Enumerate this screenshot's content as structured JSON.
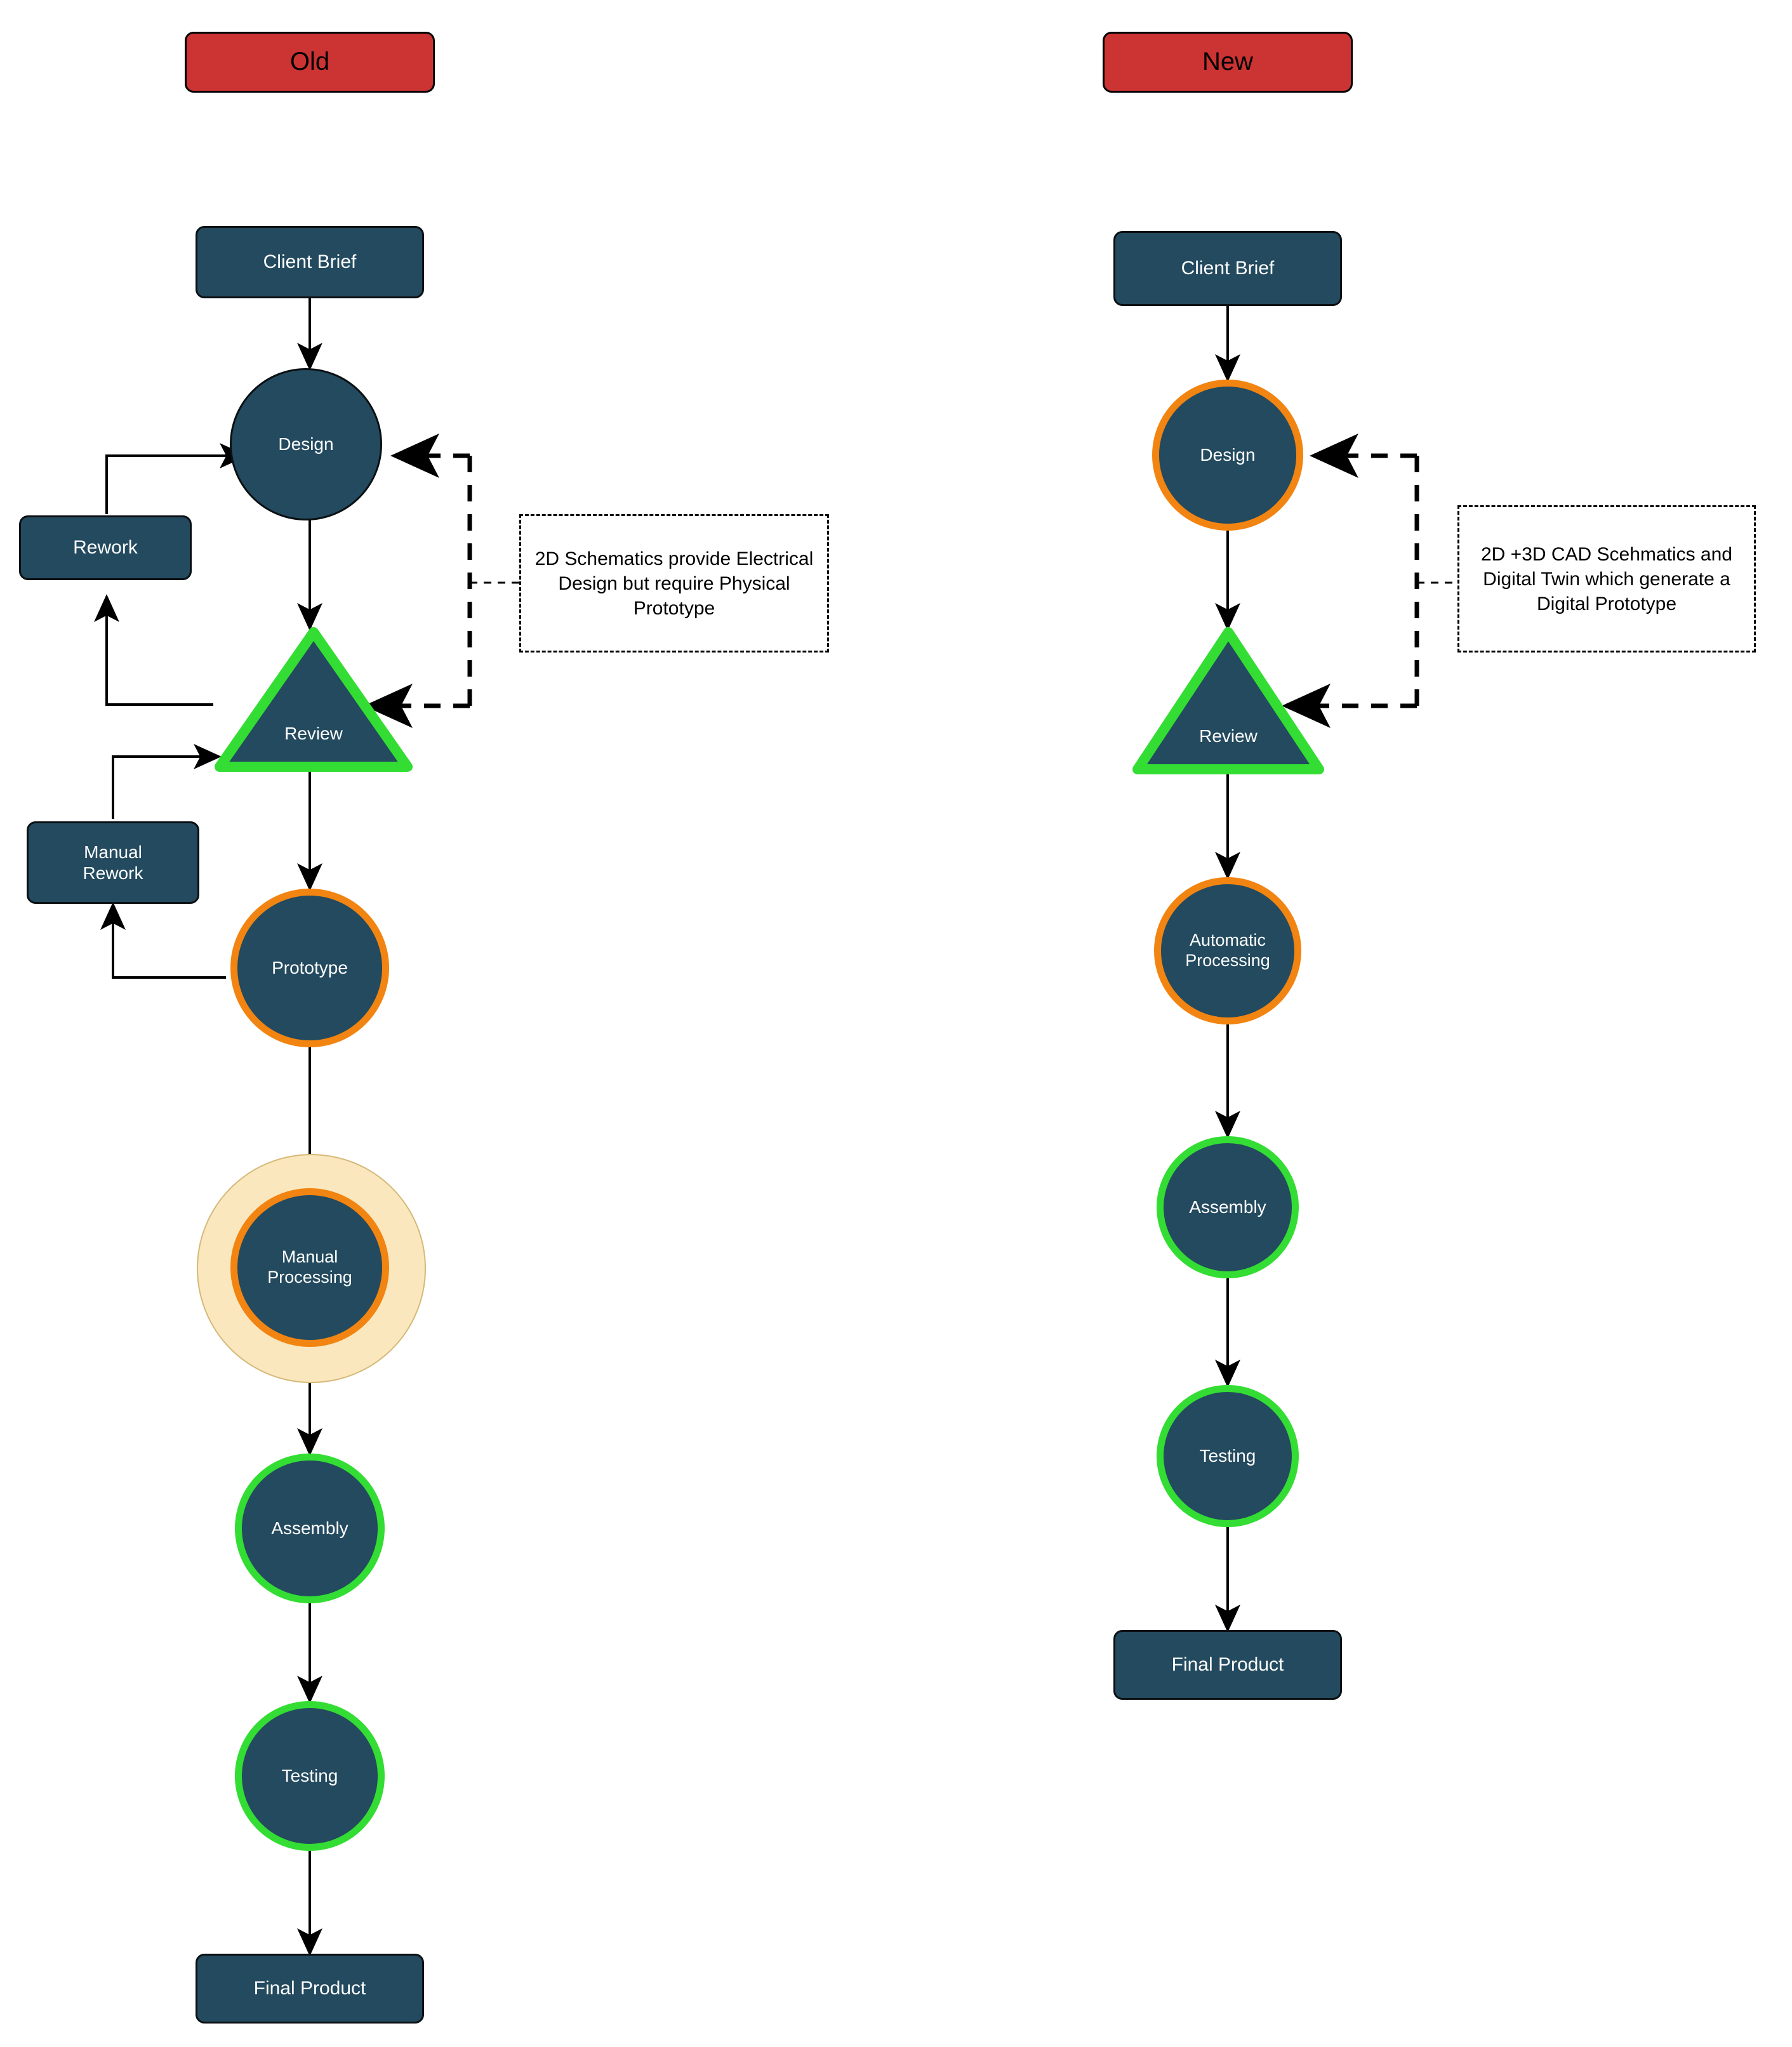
{
  "diagram": {
    "title_old": "Old",
    "title_new": "New",
    "colors": {
      "header_fill": "#cc3333",
      "node_fill": "#234a5e",
      "node_text": "#ffffff",
      "ring_orange": "#f28411",
      "ring_green": "#33dd33",
      "halo_fill": "#fbe7bd",
      "halo_stroke": "#d4b978",
      "edge": "#000000",
      "background": "#ffffff"
    }
  },
  "old_column": {
    "header": "Old",
    "nodes": [
      {
        "id": "old-client-brief",
        "label": "Client Brief",
        "shape": "rounded-rect",
        "ring": "none"
      },
      {
        "id": "old-design",
        "label": "Design",
        "shape": "circle",
        "ring": "none"
      },
      {
        "id": "old-rework",
        "label": "Rework",
        "shape": "rounded-rect",
        "ring": "none"
      },
      {
        "id": "old-review",
        "label": "Review",
        "shape": "triangle",
        "ring": "green"
      },
      {
        "id": "old-manual-rework",
        "label": "Manual Rework",
        "shape": "rounded-rect",
        "ring": "none"
      },
      {
        "id": "old-prototype",
        "label": "Prototype",
        "shape": "circle",
        "ring": "orange"
      },
      {
        "id": "old-manual-processing",
        "label": "Manual Processing",
        "shape": "circle",
        "ring": "orange",
        "highlight": true
      },
      {
        "id": "old-assembly",
        "label": "Assembly",
        "shape": "circle",
        "ring": "green"
      },
      {
        "id": "old-testing",
        "label": "Testing",
        "shape": "circle",
        "ring": "green"
      },
      {
        "id": "old-final-product",
        "label": "Final Product",
        "shape": "rounded-rect",
        "ring": "none"
      }
    ],
    "labels": {
      "client_brief": "Client Brief",
      "design": "Design",
      "rework": "Rework",
      "review": "Review",
      "manual_rework_line1": "Manual",
      "manual_rework_line2": "Rework",
      "prototype": "Prototype",
      "manual_processing_line1": "Manual",
      "manual_processing_line2": "Processing",
      "assembly": "Assembly",
      "testing": "Testing",
      "final_product": "Final Product"
    },
    "note": "2D Schematics provide Electrical Design but require Physical Prototype",
    "edges": [
      {
        "from": "old-client-brief",
        "to": "old-design",
        "style": "solid"
      },
      {
        "from": "old-design",
        "to": "old-review",
        "style": "solid"
      },
      {
        "from": "old-review",
        "to": "old-rework",
        "style": "solid"
      },
      {
        "from": "old-rework",
        "to": "old-design",
        "style": "solid"
      },
      {
        "from": "old-review",
        "to": "old-prototype",
        "style": "solid"
      },
      {
        "from": "old-prototype",
        "to": "old-manual-rework",
        "style": "solid"
      },
      {
        "from": "old-manual-rework",
        "to": "old-review",
        "style": "solid"
      },
      {
        "from": "old-prototype",
        "to": "old-manual-processing",
        "style": "solid"
      },
      {
        "from": "old-manual-processing",
        "to": "old-assembly",
        "style": "solid"
      },
      {
        "from": "old-assembly",
        "to": "old-testing",
        "style": "solid"
      },
      {
        "from": "old-testing",
        "to": "old-final-product",
        "style": "solid"
      },
      {
        "from": "note",
        "to": "old-design",
        "style": "dashed"
      },
      {
        "from": "note",
        "to": "old-review",
        "style": "dashed"
      }
    ]
  },
  "new_column": {
    "header": "New",
    "nodes": [
      {
        "id": "new-client-brief",
        "label": "Client Brief",
        "shape": "rounded-rect",
        "ring": "none"
      },
      {
        "id": "new-design",
        "label": "Design",
        "shape": "circle",
        "ring": "orange"
      },
      {
        "id": "new-review",
        "label": "Review",
        "shape": "triangle",
        "ring": "green"
      },
      {
        "id": "new-automatic-processing",
        "label": "Automatic Processing",
        "shape": "circle",
        "ring": "orange"
      },
      {
        "id": "new-assembly",
        "label": "Assembly",
        "shape": "circle",
        "ring": "green"
      },
      {
        "id": "new-testing",
        "label": "Testing",
        "shape": "circle",
        "ring": "green"
      },
      {
        "id": "new-final-product",
        "label": "Final Product",
        "shape": "rounded-rect",
        "ring": "none"
      }
    ],
    "labels": {
      "client_brief": "Client Brief",
      "design": "Design",
      "review": "Review",
      "automatic_processing_line1": "Automatic",
      "automatic_processing_line2": "Processing",
      "assembly": "Assembly",
      "testing": "Testing",
      "final_product": "Final Product"
    },
    "note": "2D +3D CAD Scehmatics and Digital Twin which generate a Digital Prototype",
    "edges": [
      {
        "from": "new-client-brief",
        "to": "new-design",
        "style": "solid"
      },
      {
        "from": "new-design",
        "to": "new-review",
        "style": "solid"
      },
      {
        "from": "new-review",
        "to": "new-automatic-processing",
        "style": "solid"
      },
      {
        "from": "new-automatic-processing",
        "to": "new-assembly",
        "style": "solid"
      },
      {
        "from": "new-assembly",
        "to": "new-testing",
        "style": "solid"
      },
      {
        "from": "new-testing",
        "to": "new-final-product",
        "style": "solid"
      },
      {
        "from": "note",
        "to": "new-design",
        "style": "dashed"
      },
      {
        "from": "note",
        "to": "new-review",
        "style": "dashed"
      }
    ]
  }
}
